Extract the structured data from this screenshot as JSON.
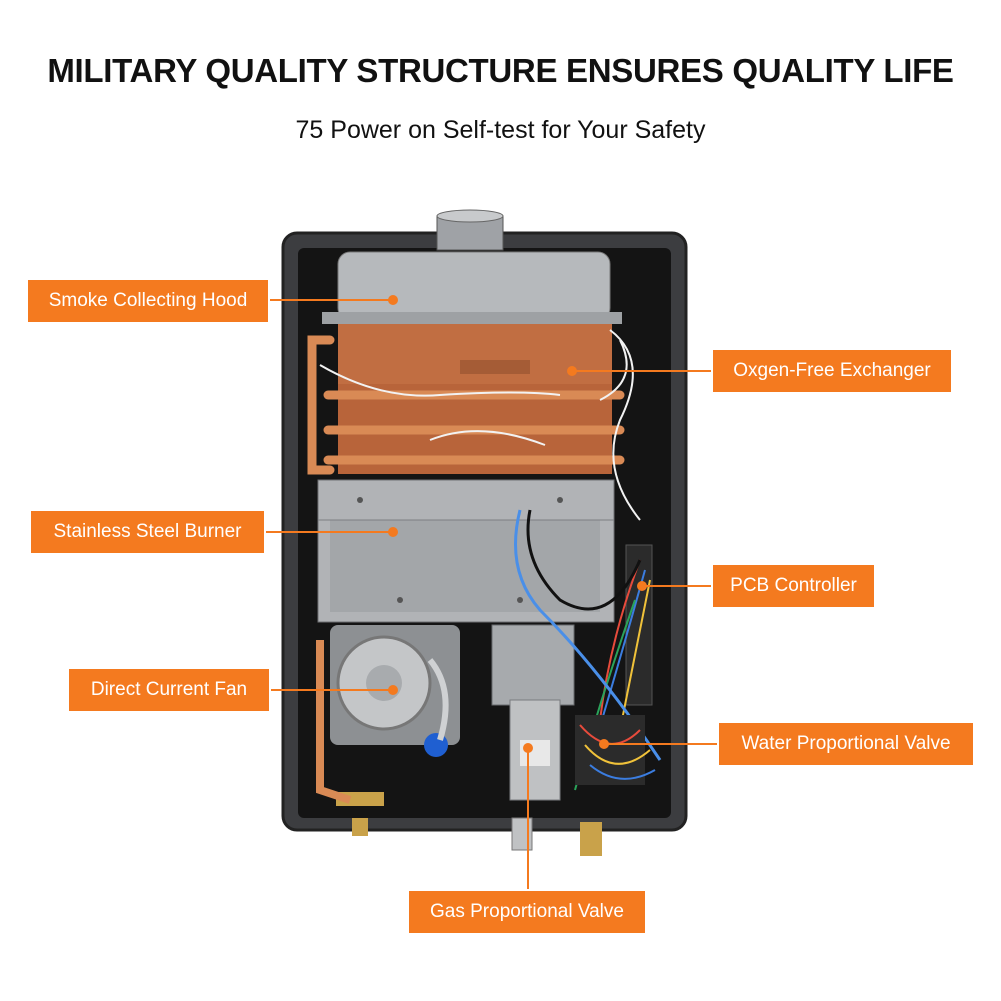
{
  "header": {
    "title": "MILITARY QUALITY STRUCTURE ENSURES QUALITY LIFE",
    "subtitle": "75 Power on Self-test for Your Safety"
  },
  "callouts": {
    "smoke_hood": "Smoke Collecting Hood",
    "exchanger": "Oxgen-Free Exchanger",
    "burner": "Stainless Steel Burner",
    "pcb": "PCB Controller",
    "fan": "Direct Current Fan",
    "water_valve": "Water Proportional Valve",
    "gas_valve": "Gas Proportional Valve"
  },
  "colors": {
    "accent": "#f47a1f",
    "case": "#3a3b3d",
    "copper": "#b8643a",
    "steel": "#b9bbbd"
  }
}
